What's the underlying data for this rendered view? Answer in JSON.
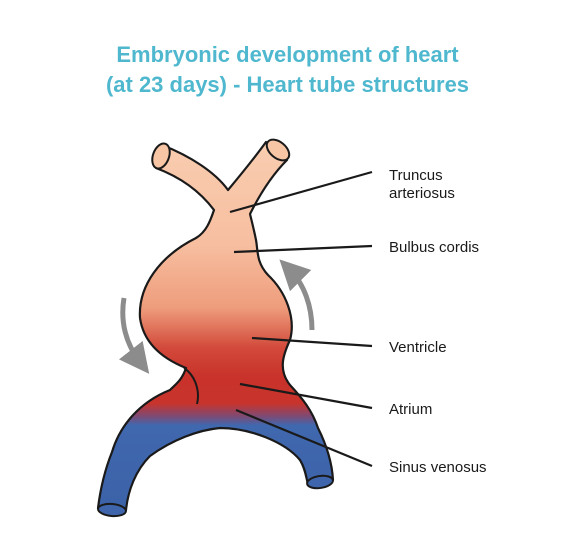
{
  "title": {
    "line1": "Embryonic development of heart",
    "line2": "(at 23 days) - Heart tube structures"
  },
  "labels": {
    "truncus_line1": "Truncus",
    "truncus_line2": "arteriosus",
    "bulbus": "Bulbus cordis",
    "ventricle": "Ventricle",
    "atrium": "Atrium",
    "sinus": "Sinus venosus"
  },
  "colors": {
    "title": "#4fb8cf",
    "arterial_light": "#f8c6a4",
    "ventricle_red": "#c8322a",
    "venous_blue": "#3f66ad",
    "arrow_gray": "#8c8c8c",
    "outline": "#1a1a1a"
  }
}
